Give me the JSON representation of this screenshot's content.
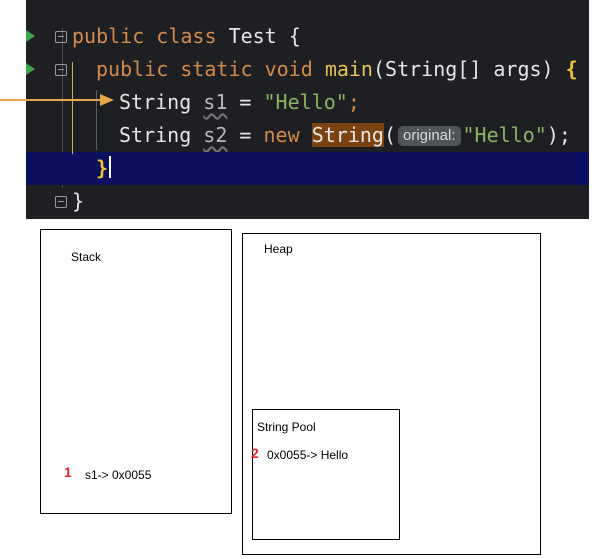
{
  "editor": {
    "lines": [
      {
        "kw1": "public",
        "kw2": "class",
        "name": "Test",
        "brace": "{"
      },
      {
        "kw1": "public",
        "kw2": "static",
        "kw3": "void",
        "method": "main",
        "params": "(String[] args)",
        "brace": "{"
      },
      {
        "type": "String",
        "var": "s1",
        "eq": " = ",
        "value": "\"Hello\"",
        "semi": ";"
      },
      {
        "type": "String",
        "var": "s2",
        "eq": " = ",
        "kw": "new",
        "cls": "String",
        "open": "(",
        "hint": "original:",
        "value": "\"Hello\"",
        "close": ");"
      },
      {
        "brace": "}"
      },
      {
        "brace": "}"
      }
    ],
    "colors": {
      "background": "#1e1f22",
      "keyword": "#d38a4a",
      "string": "#86b45f",
      "function": "#e8c252",
      "highlight_line": "#0a0f60",
      "arrow": "#e6a64a"
    }
  },
  "diagram": {
    "stack": {
      "title": "Stack",
      "items": [
        {
          "number": "1",
          "text": "s1-> 0x0055"
        }
      ]
    },
    "heap": {
      "title": "Heap",
      "string_pool": {
        "title": "String Pool",
        "items": [
          {
            "number": "2",
            "text": "0x0055-> Hello"
          }
        ]
      }
    },
    "marker_color": "#e3262c"
  }
}
